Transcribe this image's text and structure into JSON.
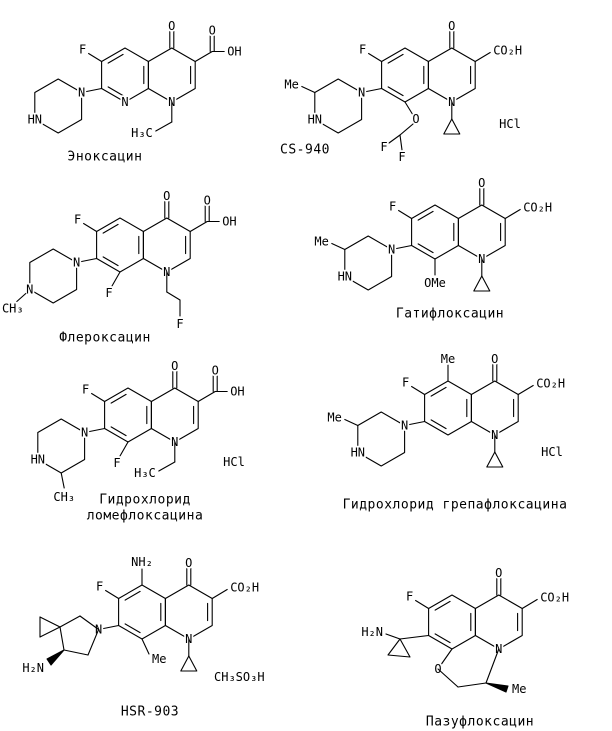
{
  "figure": {
    "description": "Chemical structure diagrams of fluoroquinolone antibacterial compounds",
    "ink_color": "#000000",
    "background_color": "#ffffff"
  },
  "compounds": [
    {
      "id": "enoxacin",
      "name": "Эноксацин",
      "atoms": {
        "F6": "F",
        "O4": "O",
        "Oacid": "O",
        "OH": "OH",
        "Npip": "N",
        "NH": "HN",
        "N8": "N",
        "N1": "N",
        "Et": "H₃C"
      }
    },
    {
      "id": "cs-940",
      "name": "CS-940",
      "atoms": {
        "F6": "F",
        "O4": "O",
        "CO2H": "CO₂H",
        "Me": "Me",
        "NH": "HN",
        "Npip": "N",
        "N1": "N",
        "Oe": "O",
        "Fa": "F",
        "Fb": "F",
        "HCl": "HCl"
      }
    },
    {
      "id": "fleroxacin",
      "name": "Флероксацин",
      "atoms": {
        "F6": "F",
        "O4": "O",
        "Oacid": "O",
        "OH": "OH",
        "Npip": "N",
        "N4": "N",
        "CH3": "CH₃",
        "F8": "F",
        "N1": "N",
        "Fc": "F"
      }
    },
    {
      "id": "gatifloxacin",
      "name": "Гатифлоксацин",
      "atoms": {
        "F6": "F",
        "O4": "O",
        "CO2H": "CO₂H",
        "Me": "Me",
        "NH": "HN",
        "Npip": "N",
        "OMe": "OMe",
        "N1": "N"
      }
    },
    {
      "id": "lomefloxacin-hydrochloride",
      "name_line1": "Гидрохлорид",
      "name_line2": "ломефлоксацина",
      "atoms": {
        "F6": "F",
        "O4": "O",
        "Oacid": "O",
        "OH": "OH",
        "Npip": "N",
        "NH": "HN",
        "CH3": "CH₃",
        "F8": "F",
        "N1": "N",
        "Et": "H₃C",
        "HCl": "HCl"
      }
    },
    {
      "id": "grepafloxacin-hydrochloride",
      "name": "Гидрохлорид грепафлоксацина",
      "atoms": {
        "Me5": "Me",
        "F6": "F",
        "O4": "O",
        "CO2H": "CO₂H",
        "Me": "Me",
        "NH": "HN",
        "Npip": "N",
        "N1": "N",
        "HCl": "HCl"
      }
    },
    {
      "id": "hsr-903",
      "name": "HSR-903",
      "atoms": {
        "NH2": "NH₂",
        "F6": "F",
        "O4": "O",
        "CO2H": "CO₂H",
        "Npip": "N",
        "H2N": "H₂N",
        "Me8": "Me",
        "N1": "N",
        "salt": "CH₃SO₃H"
      }
    },
    {
      "id": "pazufloxacin",
      "name": "Пазуфлоксацин",
      "atoms": {
        "F": "F",
        "O4": "O",
        "CO2H": "CO₂H",
        "H2N": "H₂N",
        "Ooxa": "O",
        "N1": "N",
        "Me": "Me"
      }
    }
  ]
}
